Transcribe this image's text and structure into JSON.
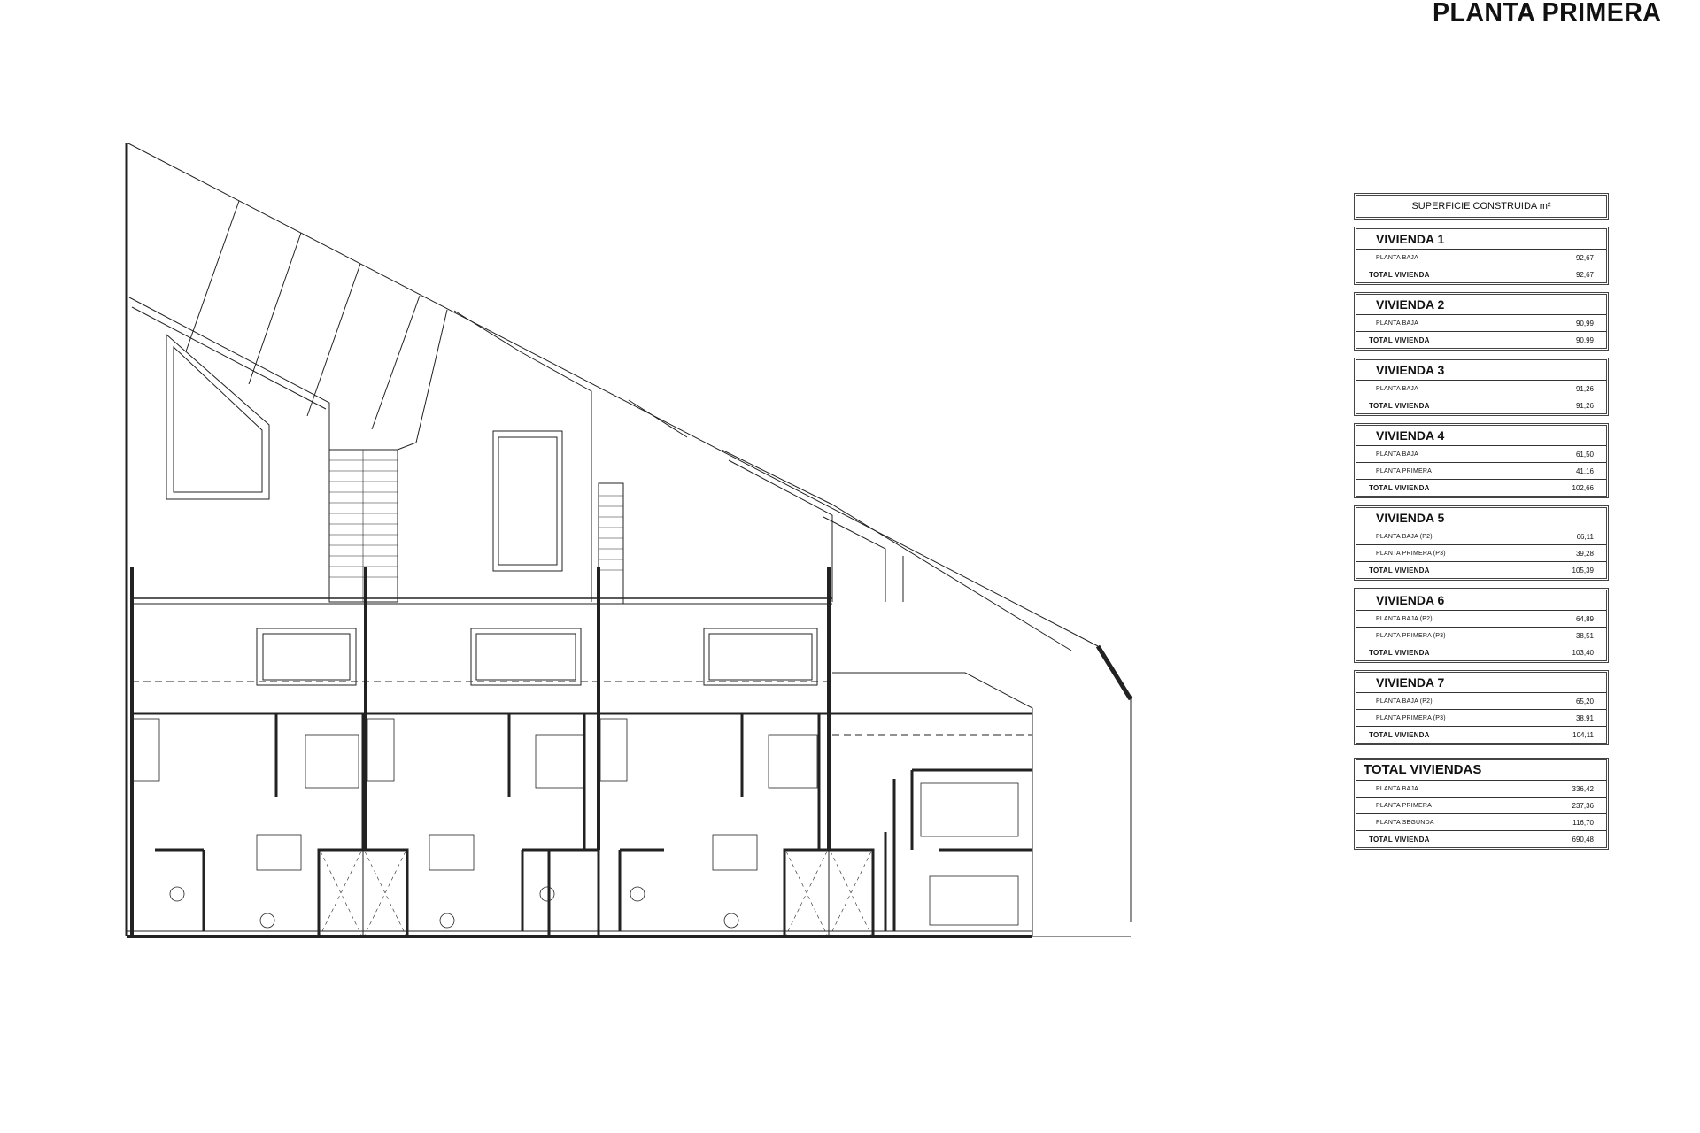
{
  "title": "PLANTA PRIMERA",
  "table": {
    "header": "SUPERFICIE CONSTRUIDA m²",
    "viviendas": [
      {
        "name": "VIVIENDA 1",
        "rows": [
          {
            "label": "PLANTA BAJA",
            "value": "92,67"
          }
        ],
        "total_label": "TOTAL VIVIENDA",
        "total": "92,67"
      },
      {
        "name": "VIVIENDA 2",
        "rows": [
          {
            "label": "PLANTA BAJA",
            "value": "90,99"
          }
        ],
        "total_label": "TOTAL VIVIENDA",
        "total": "90,99"
      },
      {
        "name": "VIVIENDA 3",
        "rows": [
          {
            "label": "PLANTA BAJA",
            "value": "91,26"
          }
        ],
        "total_label": "TOTAL VIVIENDA",
        "total": "91,26"
      },
      {
        "name": "VIVIENDA 4",
        "rows": [
          {
            "label": "PLANTA BAJA",
            "value": "61,50"
          },
          {
            "label": "PLANTA PRIMERA",
            "value": "41,16"
          }
        ],
        "total_label": "TOTAL VIVIENDA",
        "total": "102,66"
      },
      {
        "name": "VIVIENDA 5",
        "rows": [
          {
            "label": "PLANTA BAJA (P2)",
            "value": "66,11"
          },
          {
            "label": "PLANTA PRIMERA (P3)",
            "value": "39,28"
          }
        ],
        "total_label": "TOTAL VIVIENDA",
        "total": "105,39"
      },
      {
        "name": "VIVIENDA 6",
        "rows": [
          {
            "label": "PLANTA BAJA (P2)",
            "value": "64,89"
          },
          {
            "label": "PLANTA PRIMERA (P3)",
            "value": "38,51"
          }
        ],
        "total_label": "TOTAL VIVIENDA",
        "total": "103,40"
      },
      {
        "name": "VIVIENDA 7",
        "rows": [
          {
            "label": "PLANTA BAJA (P2)",
            "value": "65,20"
          },
          {
            "label": "PLANTA PRIMERA (P3)",
            "value": "38,91"
          }
        ],
        "total_label": "TOTAL VIVIENDA",
        "total": "104,11"
      }
    ],
    "totals": {
      "name": "TOTAL VIVIENDAS",
      "rows": [
        {
          "label": "PLANTA BAJA",
          "value": "336,42"
        },
        {
          "label": "PLANTA PRIMERA",
          "value": "237,36"
        },
        {
          "label": "PLANTA SEGUNDA",
          "value": "116,70"
        }
      ],
      "total_label": "TOTAL VIVIENDA",
      "total": "690,48"
    }
  }
}
